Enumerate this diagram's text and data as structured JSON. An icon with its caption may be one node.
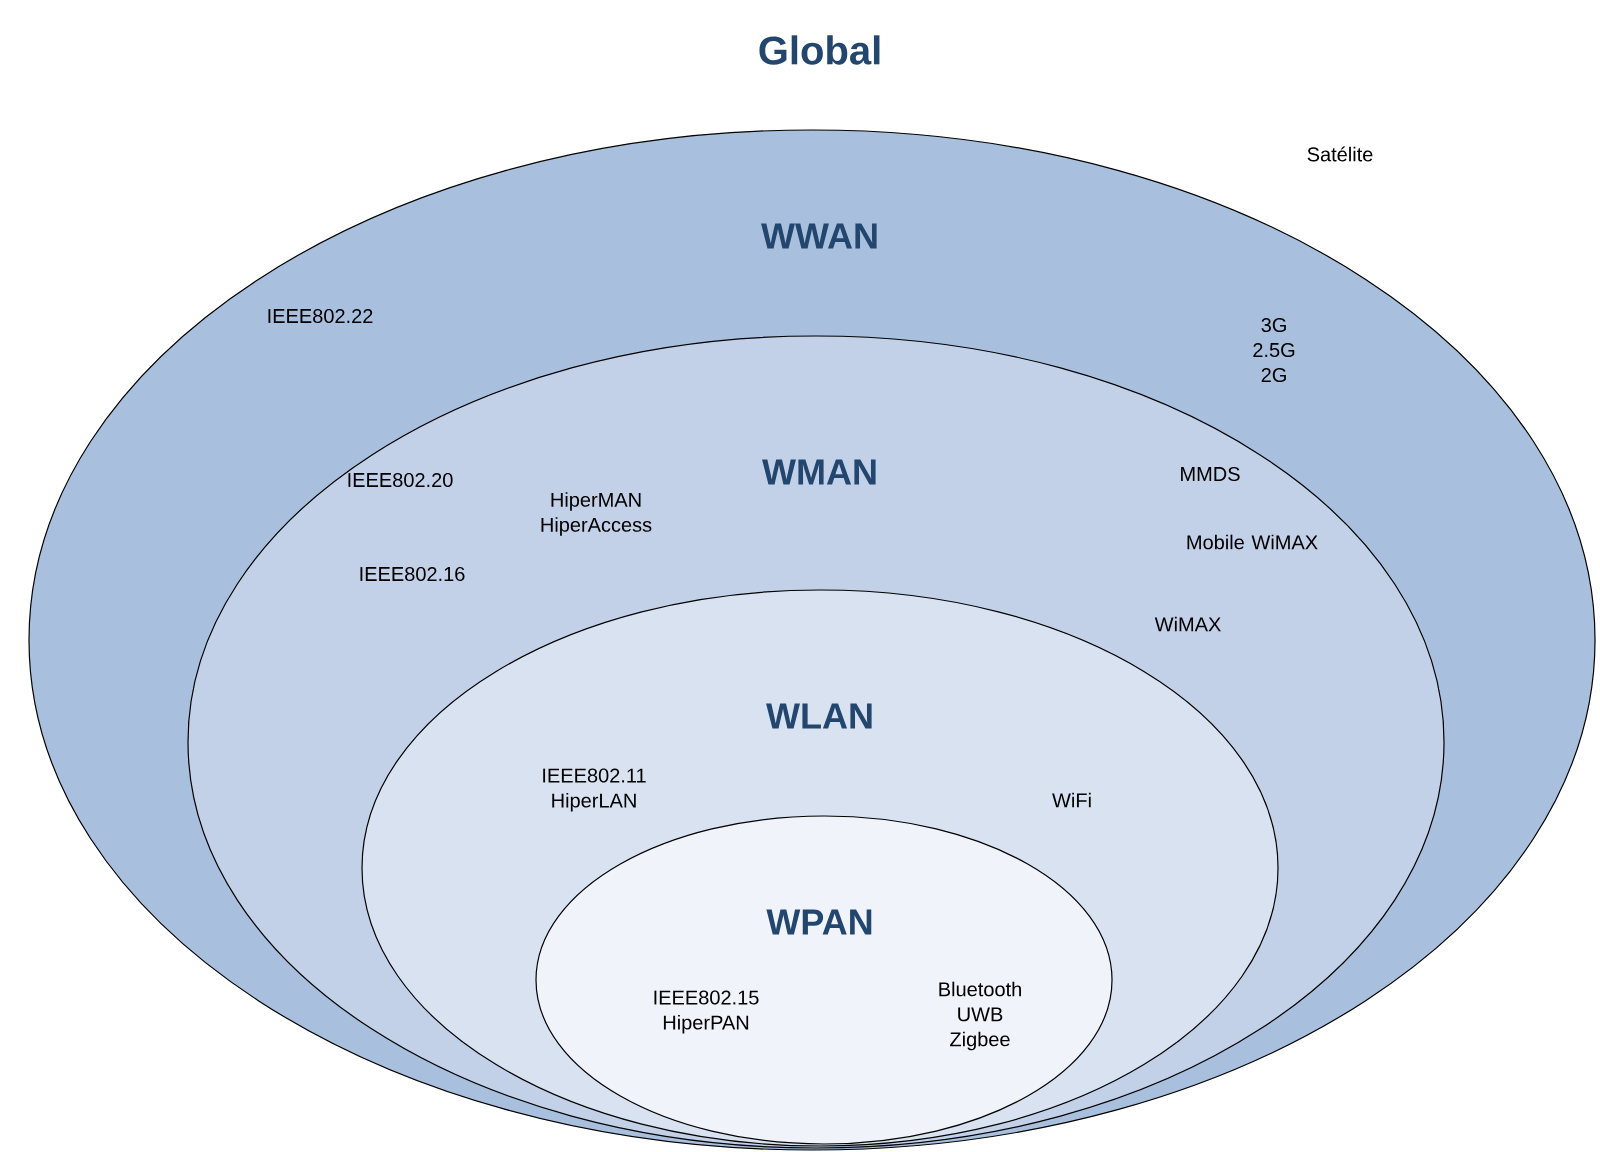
{
  "diagram": {
    "title": "Global",
    "nodes": [
      {
        "text": [
          "WWAN",
          "IEEE802.22",
          "3G 2.5G 2G"
        ]
      },
      {
        "text": [
          "IEEE802.20",
          "WMAN",
          "MMDS",
          "HiperMAN HiperAccess",
          "Mobile WiMAX",
          "IEEE802.16",
          "WiMAX"
        ],
        "in": 0
      },
      {
        "text": [
          "WLAN",
          "IEEE802.11 HiperLAN",
          "WiFi"
        ],
        "in": 1
      },
      {
        "text": [
          "WPAN",
          "IEEE802.15 HiperPAN",
          "Bluetooth UWB Zigbee"
        ],
        "in": 2
      }
    ],
    "labels": [
      "Satélite"
    ]
  }
}
